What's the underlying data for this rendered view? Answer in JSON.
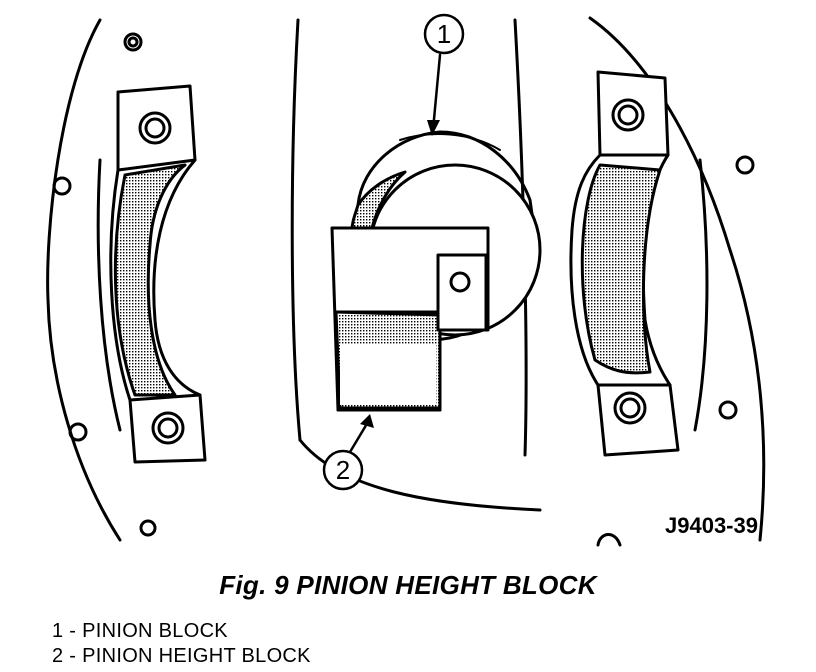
{
  "figure": {
    "id_label": "J9403-39",
    "caption": "Fig. 9 PINION HEIGHT BLOCK"
  },
  "callouts": [
    {
      "number": "1"
    },
    {
      "number": "2"
    }
  ],
  "legend": [
    {
      "text": "1 - PINION BLOCK"
    },
    {
      "text": "2 - PINION HEIGHT BLOCK"
    }
  ]
}
